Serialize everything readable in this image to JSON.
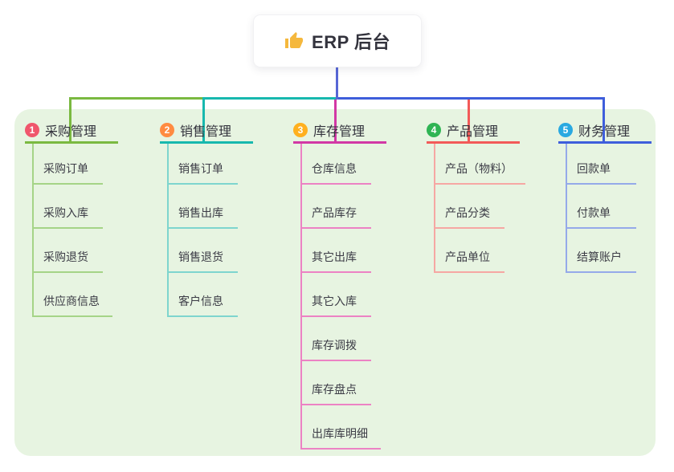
{
  "root": {
    "title": "ERP 后台",
    "icon": "thumbs-up-icon"
  },
  "colors": {
    "canvas_bg": "#ffffff",
    "panel_bg": "#E7F4E1",
    "root_line": "#5767D6",
    "title_text": "#33333d",
    "node_text": "#3c3c46"
  },
  "branches": [
    {
      "badge": "1",
      "label": "采购管理",
      "badge_color": "#F0566C",
      "line_color": "#7AB940",
      "light_color": "#A5D487",
      "children": [
        "采购订单",
        "采购入库",
        "采购退货",
        "供应商信息"
      ]
    },
    {
      "badge": "2",
      "label": "销售管理",
      "badge_color": "#FF8B41",
      "line_color": "#17B8AE",
      "light_color": "#7ED5CE",
      "children": [
        "销售订单",
        "销售出库",
        "销售退货",
        "客户信息"
      ]
    },
    {
      "badge": "3",
      "label": "库存管理",
      "badge_color": "#FFB01F",
      "line_color": "#D238A5",
      "light_color": "#EC82C4",
      "children": [
        "仓库信息",
        "产品库存",
        "其它出库",
        "其它入库",
        "库存调拨",
        "库存盘点",
        "出库库明细"
      ]
    },
    {
      "badge": "4",
      "label": "产品管理",
      "badge_color": "#2FB453",
      "line_color": "#F25A58",
      "light_color": "#F6A7A3",
      "children": [
        "产品（物料）",
        "产品分类",
        "产品单位"
      ]
    },
    {
      "badge": "5",
      "label": "财务管理",
      "badge_color": "#29A9E1",
      "line_color": "#3E5EDB",
      "light_color": "#95A9E9",
      "children": [
        "回款单",
        "付款单",
        "结算账户"
      ]
    }
  ]
}
